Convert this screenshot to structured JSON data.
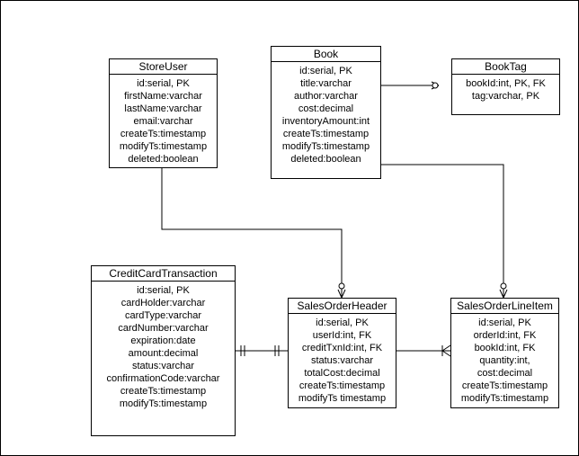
{
  "diagram": {
    "entities": {
      "store_user": {
        "title": "StoreUser",
        "fields": [
          "id:serial, PK",
          "firstName:varchar",
          "lastName:varchar",
          "email:varchar",
          "createTs:timestamp",
          "modifyTs:timestamp",
          "deleted:boolean"
        ]
      },
      "book": {
        "title": "Book",
        "fields": [
          "id:serial, PK",
          "title:varchar",
          "author:varchar",
          "cost:decimal",
          "inventoryAmount:int",
          "createTs:timestamp",
          "modifyTs:timestamp",
          "deleted:boolean"
        ]
      },
      "book_tag": {
        "title": "BookTag",
        "fields": [
          "bookId:int, PK, FK",
          "tag:varchar, PK"
        ]
      },
      "credit_card_transaction": {
        "title": "CreditCardTransaction",
        "fields": [
          "id:serial, PK",
          "cardHolder:varchar",
          "cardType:varchar",
          "cardNumber:varchar",
          "expiration:date",
          "amount:decimal",
          "status:varchar",
          "confirmationCode:varchar",
          "createTs:timestamp",
          "modifyTs:timestamp"
        ]
      },
      "sales_order_header": {
        "title": "SalesOrderHeader",
        "fields": [
          "id:serial, PK",
          "userId:int, FK",
          "creditTxnId:int, FK",
          "status:varchar",
          "totalCost:decimal",
          "createTs:timestamp",
          "modifyTs timestamp"
        ]
      },
      "sales_order_line_item": {
        "title": "SalesOrderLineItem",
        "fields": [
          "id:serial, PK",
          "orderId:int, FK",
          "bookId:int, FK",
          "quantity:int,",
          "cost:decimal",
          "createTs:timestamp",
          "modifyTs:timestamp"
        ]
      }
    },
    "relationships": [
      {
        "from": "Book",
        "to": "BookTag",
        "from_end": "one",
        "to_end": "zero-or-many"
      },
      {
        "from": "StoreUser",
        "to": "SalesOrderHeader",
        "from_end": "one",
        "to_end": "zero-or-many"
      },
      {
        "from": "Book",
        "to": "SalesOrderLineItem",
        "from_end": "one",
        "to_end": "zero-or-many"
      },
      {
        "from": "CreditCardTransaction",
        "to": "SalesOrderHeader",
        "from_end": "exactly-one",
        "to_end": "exactly-one"
      },
      {
        "from": "SalesOrderHeader",
        "to": "SalesOrderLineItem",
        "from_end": "one",
        "to_end": "one-or-many"
      }
    ]
  }
}
